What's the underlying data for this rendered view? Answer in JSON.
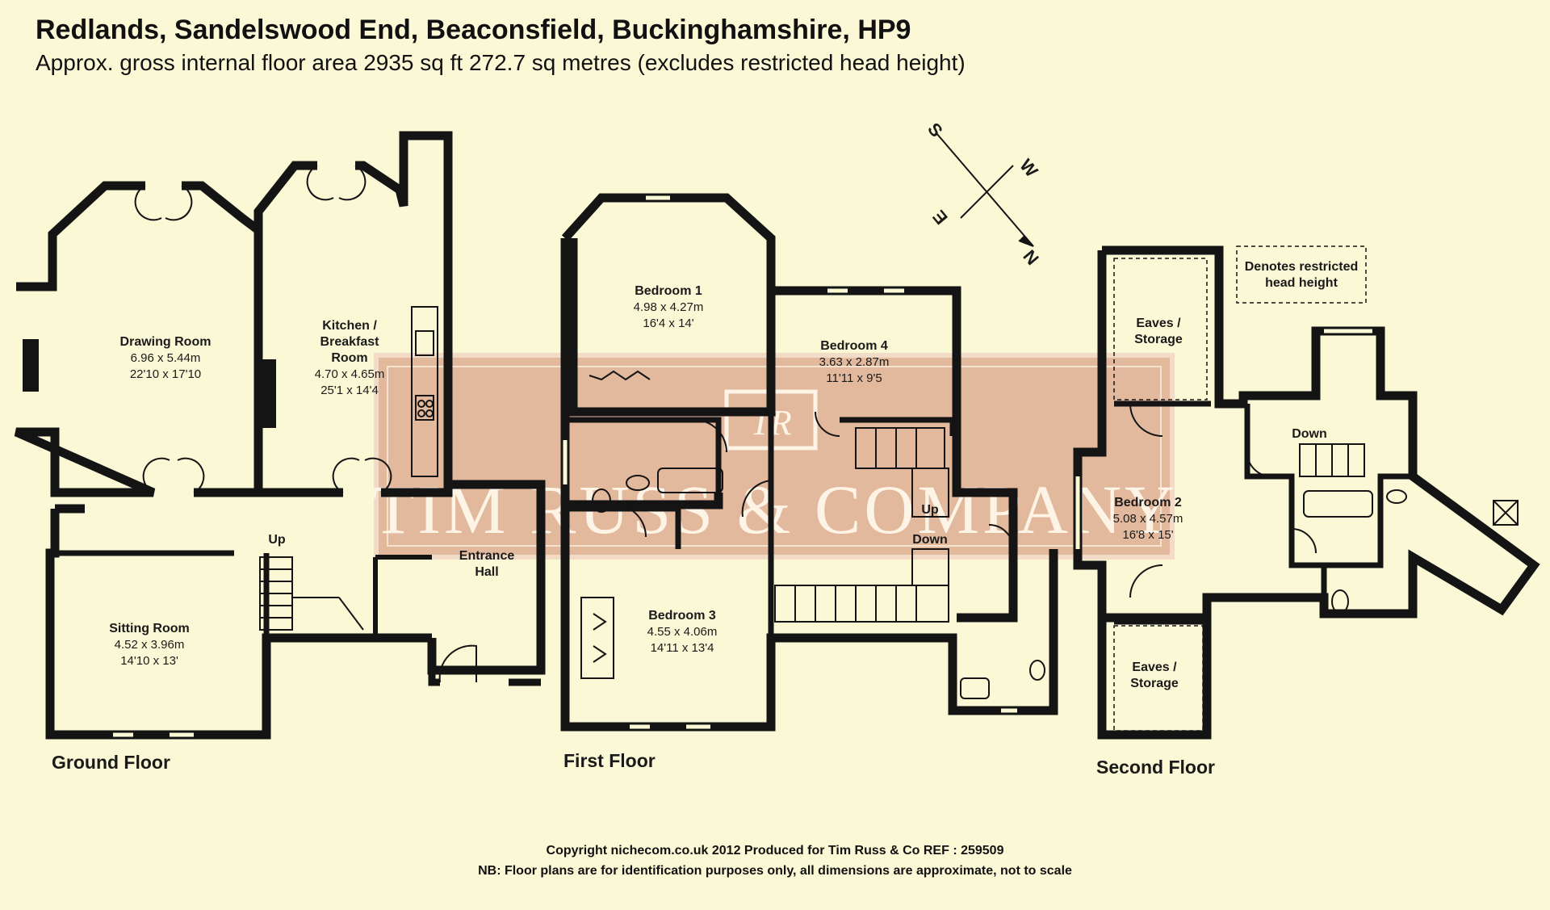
{
  "header": {
    "title": "Redlands, Sandelswood End, Beaconsfield, Buckinghamshire, HP9",
    "subtitle": "Approx. gross internal floor area 2935 sq ft 272.7 sq metres (excludes restricted head height)"
  },
  "compass": {
    "s": "S",
    "w": "W",
    "e": "E",
    "n": "N"
  },
  "legend": {
    "line1": "Denotes restricted",
    "line2": "head height"
  },
  "watermark": {
    "text": "TIM RUSS & COMPANY",
    "monogram": "TR"
  },
  "floors": {
    "ground": {
      "label": "Ground Floor",
      "drawing_room": {
        "name": "Drawing Room",
        "metric": "6.96 x 5.44m",
        "imperial": "22'10 x 17'10"
      },
      "kitchen": {
        "name1": "Kitchen /",
        "name2": "Breakfast",
        "name3": "Room",
        "metric": "4.70 x 4.65m",
        "imperial": "25'1 x 14'4"
      },
      "sitting_room": {
        "name": "Sitting Room",
        "metric": "4.52 x 3.96m",
        "imperial": "14'10 x 13'"
      },
      "entrance_hall": {
        "name1": "Entrance",
        "name2": "Hall"
      },
      "stairs_up": "Up"
    },
    "first": {
      "label": "First Floor",
      "bedroom1": {
        "name": "Bedroom 1",
        "metric": "4.98 x 4.27m",
        "imperial": "16'4 x 14'"
      },
      "bedroom4": {
        "name": "Bedroom 4",
        "metric": "3.63 x 2.87m",
        "imperial": "11'11 x 9'5"
      },
      "bedroom3": {
        "name": "Bedroom 3",
        "metric": "4.55 x 4.06m",
        "imperial": "14'11 x 13'4"
      },
      "stairs_up": "Up",
      "stairs_down": "Down"
    },
    "second": {
      "label": "Second Floor",
      "bedroom2": {
        "name": "Bedroom 2",
        "metric": "5.08 x 4.57m",
        "imperial": "16'8 x 15'"
      },
      "eaves_top": {
        "name1": "Eaves /",
        "name2": "Storage"
      },
      "eaves_bottom": {
        "name1": "Eaves /",
        "name2": "Storage"
      },
      "stairs_down": "Down"
    }
  },
  "footer": {
    "line1": "Copyright nichecom.co.uk 2012     Produced for Tim Russ & Co     REF : 259509",
    "line2": "NB: Floor plans are for identification purposes only, all dimensions are approximate, not to scale"
  },
  "colors": {
    "background": "#fbf8d6",
    "wall": "#141414",
    "watermark": "#d79c84"
  }
}
